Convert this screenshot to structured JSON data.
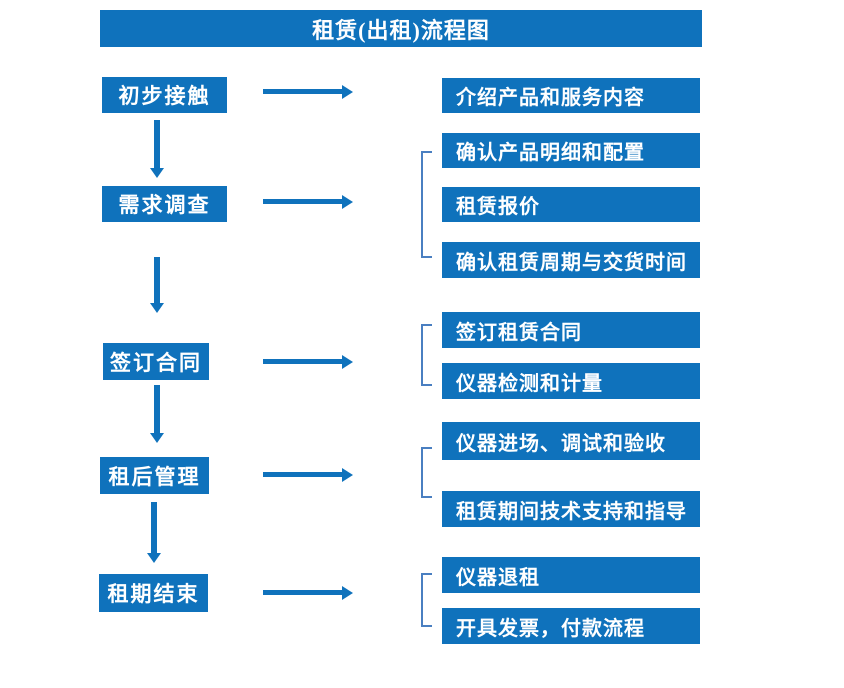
{
  "title": "租赁(出租)流程图",
  "colors": {
    "box_blue": "#0f72bc",
    "bracket_blue": "#4a7fc1",
    "text_white": "#ffffff",
    "background": "#ffffff"
  },
  "steps": [
    {
      "label": "初步接触",
      "details": [
        "介绍产品和服务内容"
      ]
    },
    {
      "label": "需求调查",
      "details": [
        "确认产品明细和配置",
        "租赁报价",
        "确认租赁周期与交货时间"
      ]
    },
    {
      "label": "签订合同",
      "details": [
        "签订租赁合同",
        "仪器检测和计量"
      ]
    },
    {
      "label": "租后管理",
      "details": [
        "仪器进场、调试和验收",
        "租赁期间技术支持和指导"
      ]
    },
    {
      "label": "租期结束",
      "details": [
        "仪器退租",
        "开具发票，付款流程"
      ]
    }
  ]
}
